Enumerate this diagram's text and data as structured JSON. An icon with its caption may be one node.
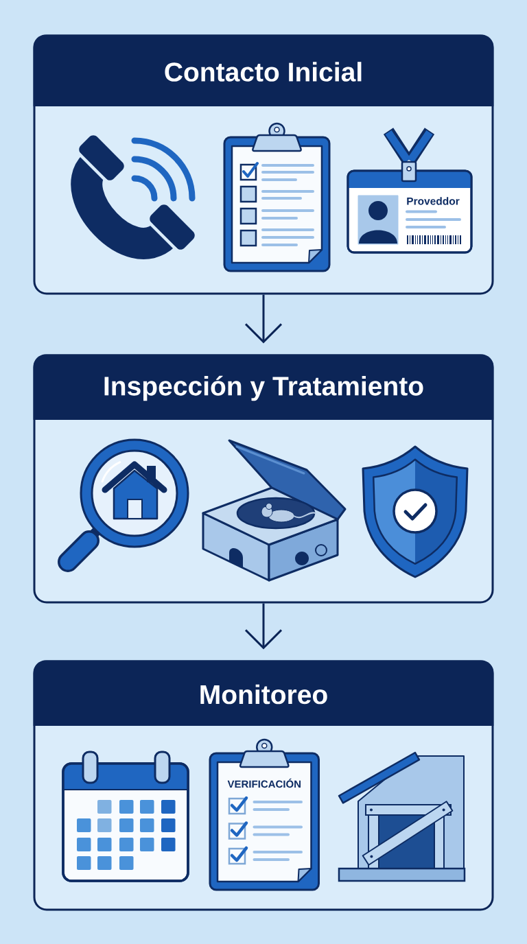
{
  "diagram": {
    "nodes": [
      {
        "text": [
          "Contacto Inicial"
        ]
      },
      {
        "text": [
          "Proveddor"
        ],
        "in": 0
      },
      {
        "text": [
          "Inspección y Tratamiento"
        ]
      },
      {
        "text": [
          "Monitoreo"
        ]
      },
      {
        "text": [
          "VERIFICACIÓN"
        ],
        "in": 3
      }
    ],
    "edges": [
      {
        "from": 0,
        "to": 2,
        "arrow": "to"
      },
      {
        "from": 2,
        "to": 3,
        "arrow": "to"
      }
    ]
  }
}
